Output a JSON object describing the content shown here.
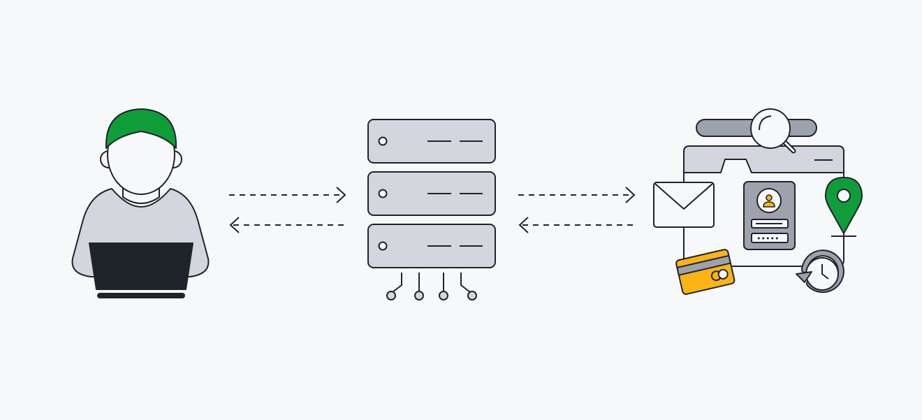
{
  "diagram": {
    "nodes": [
      {
        "id": "user",
        "icon": "person-with-laptop-icon"
      },
      {
        "id": "server",
        "icon": "server-rack-icon"
      },
      {
        "id": "data",
        "icon": "personal-data-browser-icon"
      }
    ],
    "edges": [
      {
        "from": "user",
        "to": "server",
        "style": "dashed",
        "direction": "forward"
      },
      {
        "from": "server",
        "to": "user",
        "style": "dashed",
        "direction": "back"
      },
      {
        "from": "server",
        "to": "data",
        "style": "dashed",
        "direction": "forward"
      },
      {
        "from": "data",
        "to": "server",
        "style": "dashed",
        "direction": "back"
      }
    ],
    "data_items": [
      "envelope-icon",
      "id-card-icon",
      "password-field",
      "location-pin-icon",
      "credit-card-icon",
      "history-clock-icon",
      "magnifier-icon"
    ],
    "password_mask": "•••••",
    "colors": {
      "background": "#f7f8fa",
      "outline": "#1f242b",
      "light_gray": "#d3d6dd",
      "mid_gray": "#9da2ac",
      "green": "#0f9d3a",
      "yellow": "#fbb413",
      "dark": "#1f242b"
    }
  }
}
